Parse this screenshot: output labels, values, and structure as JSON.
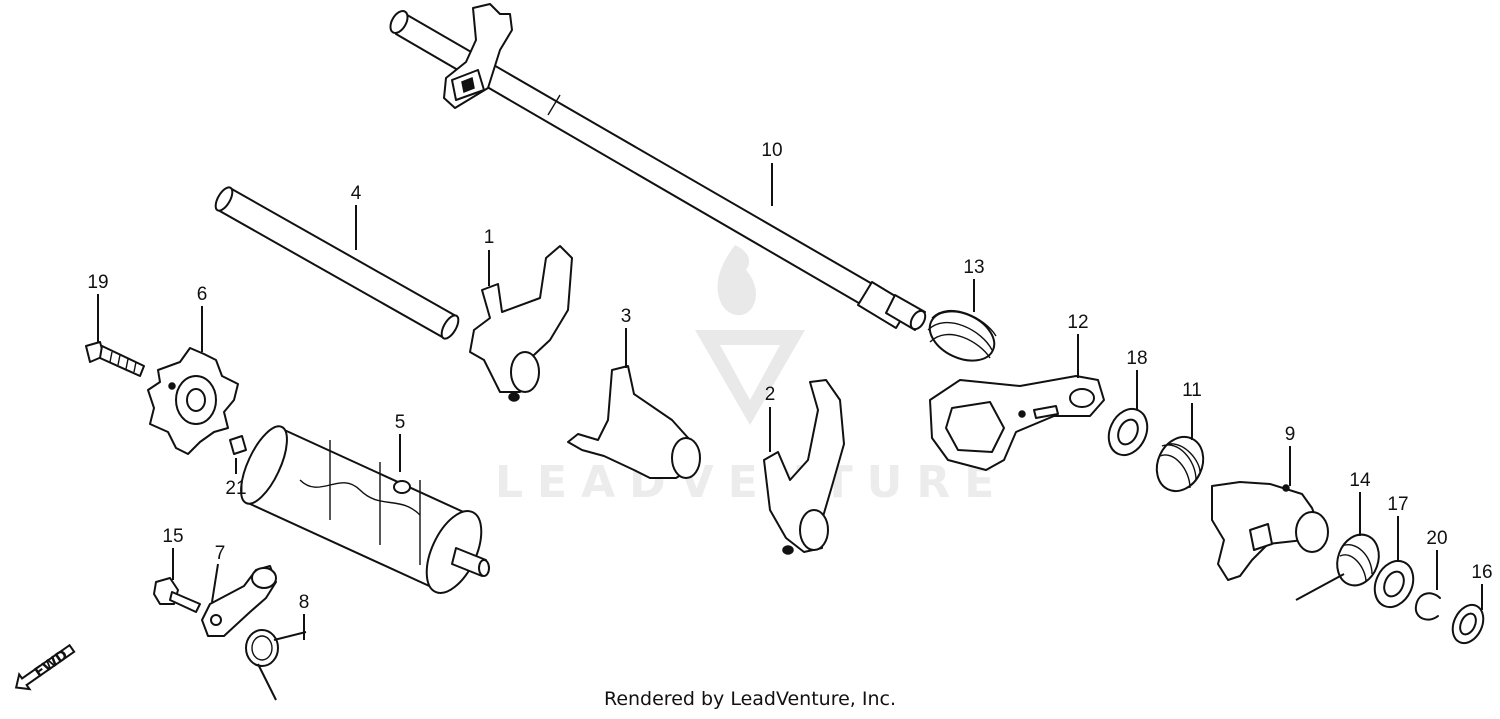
{
  "watermark": {
    "text": "LEADVENTURE"
  },
  "direction_label": "FWD",
  "credit": "Rendered by LeadVenture, Inc.",
  "callouts": [
    "1",
    "2",
    "3",
    "4",
    "5",
    "6",
    "7",
    "8",
    "9",
    "10",
    "11",
    "12",
    "13",
    "14",
    "15",
    "16",
    "17",
    "18",
    "19",
    "20",
    "21"
  ]
}
